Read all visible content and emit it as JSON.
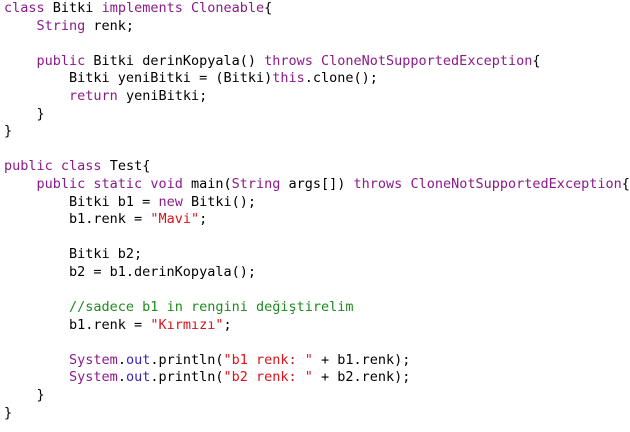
{
  "theme": {
    "background": "#ffffff",
    "plain": "#000000",
    "keyword": "#8b1a8b",
    "string": "#d9141b",
    "comment": "#1f8a1f",
    "member": "#3b1fb8"
  },
  "lines": [
    [
      [
        "class ",
        "keyword"
      ],
      [
        "Bitki ",
        "plain"
      ],
      [
        "implements ",
        "keyword"
      ],
      [
        "Cloneable",
        "keyword"
      ],
      [
        "{",
        "plain"
      ]
    ],
    [
      [
        "    ",
        "plain"
      ],
      [
        "String",
        "keyword"
      ],
      [
        " renk;",
        "plain"
      ]
    ],
    [],
    [
      [
        "    ",
        "plain"
      ],
      [
        "public ",
        "keyword"
      ],
      [
        "Bitki derinKopyala() ",
        "plain"
      ],
      [
        "throws ",
        "keyword"
      ],
      [
        "CloneNotSupportedException",
        "keyword"
      ],
      [
        "{",
        "plain"
      ]
    ],
    [
      [
        "        Bitki yeniBitki = (Bitki)",
        "plain"
      ],
      [
        "this",
        "keyword"
      ],
      [
        ".clone();",
        "plain"
      ]
    ],
    [
      [
        "        ",
        "plain"
      ],
      [
        "return",
        "keyword"
      ],
      [
        " yeniBitki;",
        "plain"
      ]
    ],
    [
      [
        "    }",
        "plain"
      ]
    ],
    [
      [
        "}",
        "plain"
      ]
    ],
    [],
    [
      [
        "public ",
        "keyword"
      ],
      [
        "class ",
        "keyword"
      ],
      [
        "Test{",
        "plain"
      ]
    ],
    [
      [
        "    ",
        "plain"
      ],
      [
        "public ",
        "keyword"
      ],
      [
        "static ",
        "keyword"
      ],
      [
        "void ",
        "keyword"
      ],
      [
        "main(",
        "plain"
      ],
      [
        "String",
        "keyword"
      ],
      [
        " args[]) ",
        "plain"
      ],
      [
        "throws ",
        "keyword"
      ],
      [
        "CloneNotSupportedException",
        "keyword"
      ],
      [
        "{",
        "plain"
      ]
    ],
    [
      [
        "        Bitki b1 = ",
        "plain"
      ],
      [
        "new ",
        "keyword"
      ],
      [
        "Bitki();",
        "plain"
      ]
    ],
    [
      [
        "        b1.renk = ",
        "plain"
      ],
      [
        "\"Mavi\"",
        "string"
      ],
      [
        ";",
        "plain"
      ]
    ],
    [],
    [
      [
        "        Bitki b2;",
        "plain"
      ]
    ],
    [
      [
        "        b2 = b1.derinKopyala();",
        "plain"
      ]
    ],
    [],
    [
      [
        "        ",
        "plain"
      ],
      [
        "//sadece b1 in rengini değiştirelim",
        "comment"
      ]
    ],
    [
      [
        "        b1.renk = ",
        "plain"
      ],
      [
        "\"Kırmızı\"",
        "string"
      ],
      [
        ";",
        "plain"
      ]
    ],
    [],
    [
      [
        "        ",
        "plain"
      ],
      [
        "System",
        "keyword"
      ],
      [
        ".",
        "plain"
      ],
      [
        "out",
        "member"
      ],
      [
        ".println(",
        "plain"
      ],
      [
        "\"b1 renk: \"",
        "string"
      ],
      [
        " + b1.renk);",
        "plain"
      ]
    ],
    [
      [
        "        ",
        "plain"
      ],
      [
        "System",
        "keyword"
      ],
      [
        ".",
        "plain"
      ],
      [
        "out",
        "member"
      ],
      [
        ".println(",
        "plain"
      ],
      [
        "\"b2 renk: \"",
        "string"
      ],
      [
        " + b2.renk);",
        "plain"
      ]
    ],
    [
      [
        "    }",
        "plain"
      ]
    ],
    [
      [
        "}",
        "plain"
      ]
    ]
  ]
}
